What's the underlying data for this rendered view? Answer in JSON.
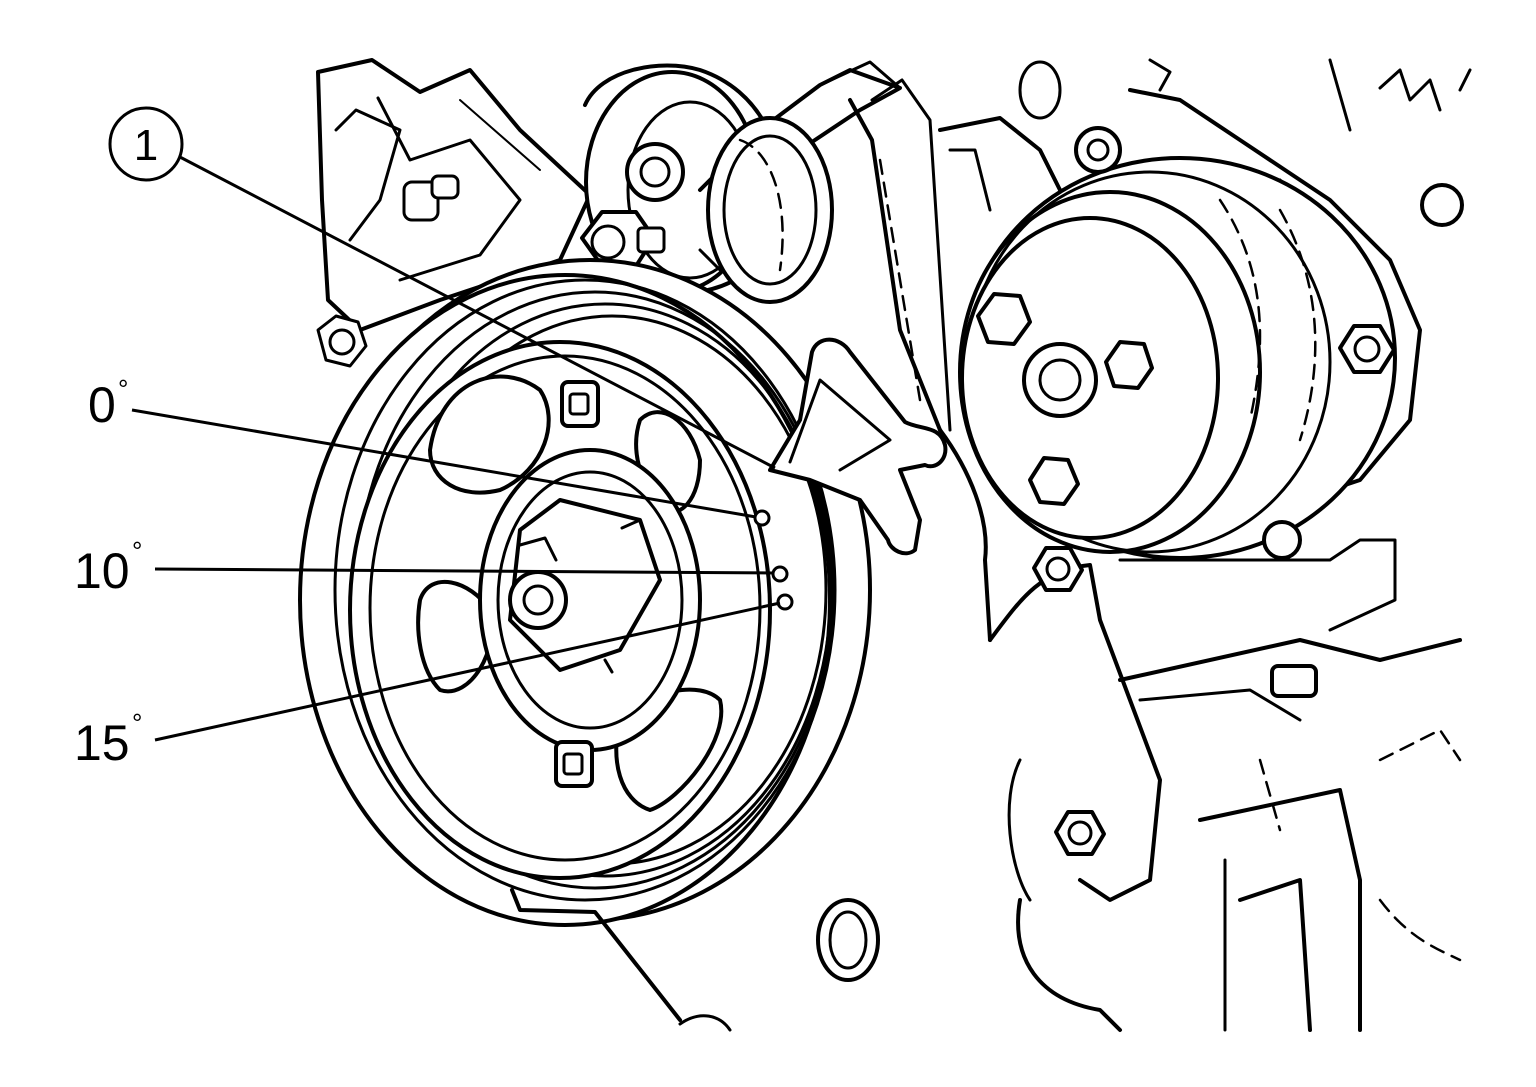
{
  "callouts": [
    {
      "number": "1"
    }
  ],
  "timing_marks": [
    {
      "label": "0",
      "unit": "°"
    },
    {
      "label": "10",
      "unit": "°"
    },
    {
      "label": "15",
      "unit": "°"
    }
  ],
  "colors": {
    "line": "#000000",
    "background": "#ffffff"
  }
}
